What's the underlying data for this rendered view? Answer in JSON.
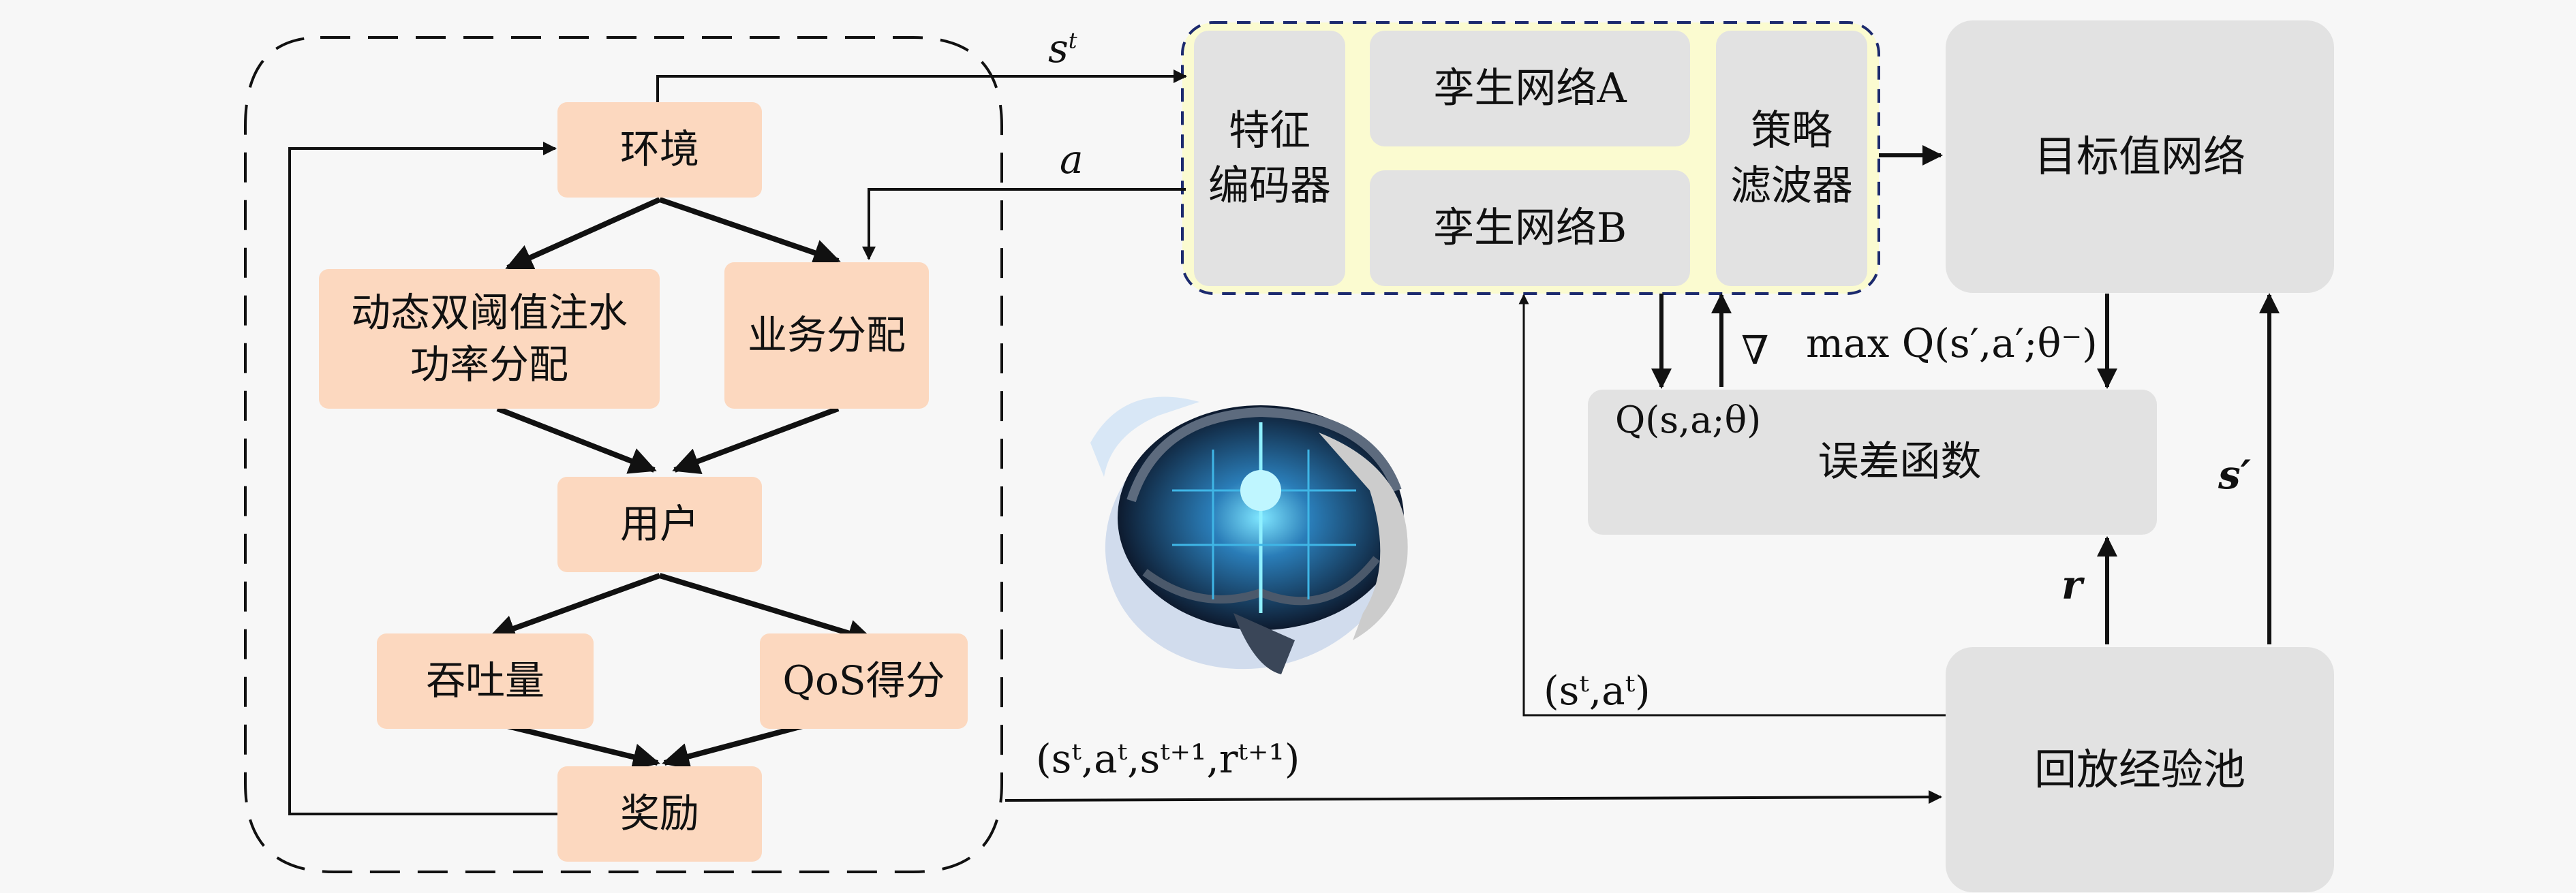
{
  "nodes": {
    "env": "环境",
    "power": "动态双阈值注水\n功率分配",
    "service": "业务分配",
    "user": "用户",
    "throughput": "吞吐量",
    "qos": "QoS得分",
    "reward": "奖励",
    "encoder": "特征\n编码器",
    "twin_a": "孪生网络A",
    "twin_b": "孪生网络B",
    "policy": "策略\n滤波器",
    "target": "目标值网络",
    "loss": "误差函数",
    "replay": "回放经验池"
  },
  "labels": {
    "state": "s",
    "state_sup": "t",
    "action": "a",
    "grad": "∇",
    "max_q": "max Q(s′,a′;θ⁻)",
    "q": "Q(s,a;θ)",
    "s_prime": "s′",
    "r": "r",
    "sa_pair": "(sᵗ,aᵗ)",
    "transition": "(sᵗ,aᵗ,sᵗ⁺¹,rᵗ⁺¹)"
  },
  "colors": {
    "peach": "#fcd8bf",
    "gray": "#e2e2e2",
    "yellow_panel": "#fbfbd0",
    "dashed_border": "#1c2a6e"
  },
  "icons": {
    "brain": "brain-circuit-icon"
  }
}
